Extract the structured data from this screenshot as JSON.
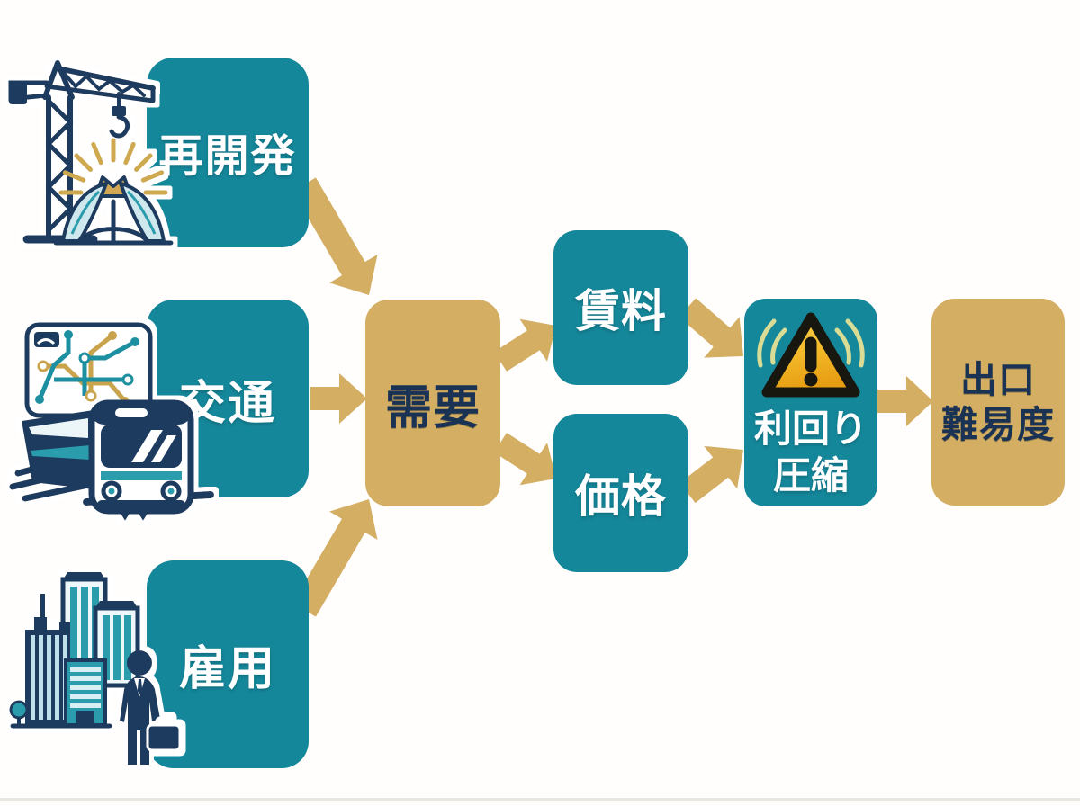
{
  "colors": {
    "teal": "#15879a",
    "gold": "#d3ae63",
    "navy": "#1a3254",
    "icon-navy": "#1b3a5e",
    "icon-teal": "#2b9cab",
    "icon-light": "#cfe8ee",
    "warn-yellow": "#f2b928",
    "warn-black": "#17160f",
    "arc-green": "#d9dc95",
    "hairline": "#e8e8e3",
    "background": "#ffffff"
  },
  "nodes": {
    "redevelopment": {
      "label": "再開発"
    },
    "transport": {
      "label": "交通"
    },
    "employment": {
      "label": "雇用"
    },
    "demand": {
      "label": "需要"
    },
    "rent": {
      "label": "賃料"
    },
    "price": {
      "label": "価格"
    },
    "yield_compression": {
      "line1": "利回り",
      "line2": "圧縮"
    },
    "exit_difficulty": {
      "line1": "出口",
      "line2": "難易度"
    }
  },
  "edges": [
    {
      "from": "再開発",
      "to": "需要"
    },
    {
      "from": "交通",
      "to": "需要"
    },
    {
      "from": "雇用",
      "to": "需要"
    },
    {
      "from": "需要",
      "to": "賃料"
    },
    {
      "from": "需要",
      "to": "価格"
    },
    {
      "from": "賃料",
      "to": "利回り圧縮"
    },
    {
      "from": "価格",
      "to": "利回り圧縮"
    },
    {
      "from": "利回り圧縮",
      "to": "出口難易度"
    }
  ],
  "icons": {
    "redevelopment": "construction-crane-sprout-icon",
    "transport": "metro-map-train-icon",
    "employment": "city-buildings-businessman-icon",
    "yield_compression": "warning-triangle-icon"
  }
}
